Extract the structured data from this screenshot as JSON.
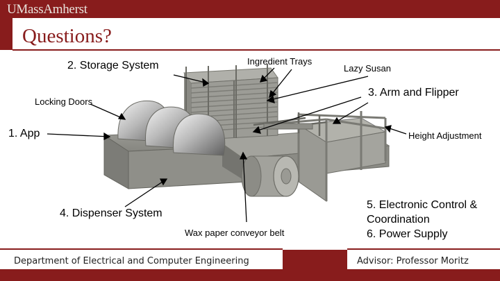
{
  "header": {
    "brand": "UMassAmherst",
    "title": "Questions?",
    "brand_color": "#881c1c"
  },
  "image": {
    "name": "robot-machine-render"
  },
  "labels": {
    "storage_system": "2. Storage System",
    "ingredient_trays": "Ingredient Trays",
    "lazy_susan": "Lazy Susan",
    "arm_flipper": "3. Arm and Flipper",
    "locking_doors": "Locking Doors",
    "app": "1. App",
    "height_adjustment": "Height Adjustment",
    "dispenser_system": "4. Dispenser System",
    "conveyor_belt": "Wax paper conveyor belt",
    "electronic_control_line1": "5. Electronic Control &",
    "electronic_control_line2": "Coordination",
    "power_supply": "6. Power Supply"
  },
  "footer": {
    "department": "Department of Electrical and Computer Engineering",
    "advisor": "Advisor: Professor Moritz"
  }
}
